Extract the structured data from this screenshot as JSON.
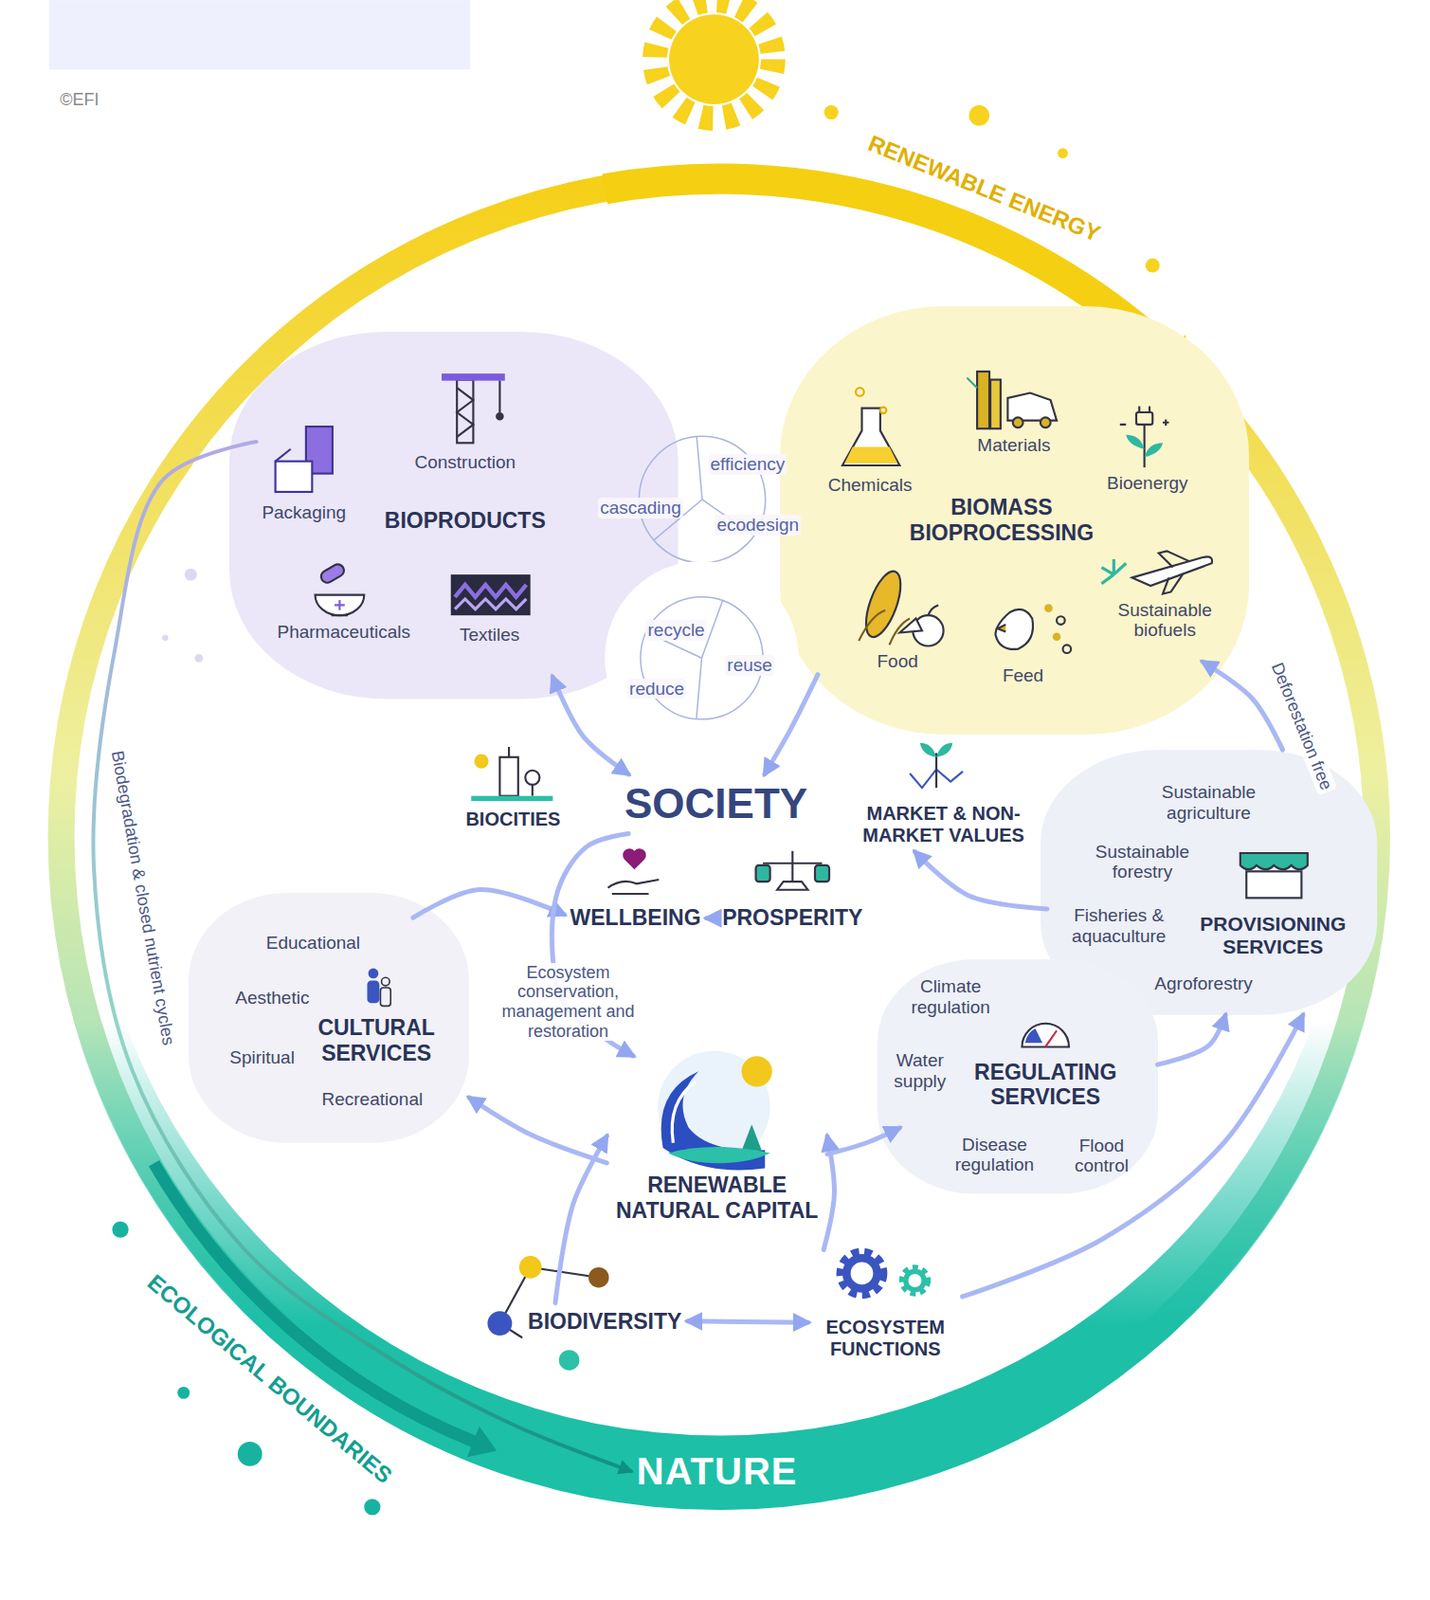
{
  "diagram": {
    "nodes": [
      {
        "text": [
          "BIOPRODUCTS",
          "Packaging",
          "Construction",
          "Pharmaceuticals",
          "Textiles"
        ]
      },
      {
        "text": [
          "BIOMASS BIOPROCESSING",
          "Chemicals",
          "Materials",
          "Bioenergy",
          "Food",
          "Feed",
          "Sustainable biofuels"
        ]
      },
      {
        "text": [
          "efficiency",
          "cascading",
          "ecodesign"
        ]
      },
      {
        "text": [
          "recycle",
          "reuse",
          "reduce"
        ]
      },
      {
        "text": [
          "BIOCITIES"
        ]
      },
      {
        "text": [
          "SOCIETY"
        ]
      },
      {
        "text": [
          "MARKET & NON-MARKET VALUES"
        ]
      },
      {
        "text": [
          "WELLBEING"
        ]
      },
      {
        "text": [
          "PROSPERITY"
        ]
      },
      {
        "text": [
          "CULTURAL SERVICES",
          "Educational",
          "Aesthetic",
          "Spiritual",
          "Recreational"
        ]
      },
      {
        "text": [
          "PROVISIONING SERVICES",
          "Sustainable agriculture",
          "Sustainable forestry",
          "Fisheries & aquaculture",
          "Agroforestry"
        ]
      },
      {
        "text": [
          "REGULATING SERVICES",
          "Climate regulation",
          "Water supply",
          "Disease regulation",
          "Flood control"
        ]
      },
      {
        "text": [
          "RENEWABLE NATURAL CAPITAL"
        ]
      },
      {
        "text": [
          "BIODIVERSITY"
        ]
      },
      {
        "text": [
          "ECOSYSTEM FUNCTIONS"
        ]
      },
      {
        "text": [
          "NATURE"
        ]
      }
    ],
    "edges": [
      {
        "from": 8,
        "to": 7,
        "arrow": "to"
      },
      {
        "from": 10,
        "to": 6,
        "arrow": "to"
      },
      {
        "from": 9,
        "to": 7,
        "arrow": "to"
      },
      {
        "from": 5,
        "to": 12,
        "arrow": "to",
        "label": "Ecosystem conservation, management and restoration"
      },
      {
        "from": 12,
        "to": 9,
        "arrow": "to"
      },
      {
        "from": 12,
        "to": 11,
        "arrow": "to"
      },
      {
        "from": 13,
        "to": 12,
        "arrow": "to"
      },
      {
        "from": 14,
        "to": 12,
        "arrow": "to"
      },
      {
        "from": 13,
        "to": 14,
        "arrow": "both"
      },
      {
        "from": 11,
        "to": 10,
        "arrow": "to"
      },
      {
        "from": 10,
        "to": 1,
        "arrow": "to",
        "label": "Deforestation free"
      },
      {
        "from": 14,
        "to": 10,
        "arrow": "to"
      },
      {
        "from": 0,
        "to": 5,
        "arrow": "both"
      },
      {
        "from": 1,
        "to": 5,
        "arrow": "to"
      },
      {
        "from": 0,
        "to": 15,
        "arrow": "to",
        "label": "Biodegradation & closed nutrient cycles"
      }
    ],
    "labels": [
      "©EFI",
      "RENEWABLE ENERGY",
      "ECOLOGICAL BOUNDARIES"
    ]
  }
}
